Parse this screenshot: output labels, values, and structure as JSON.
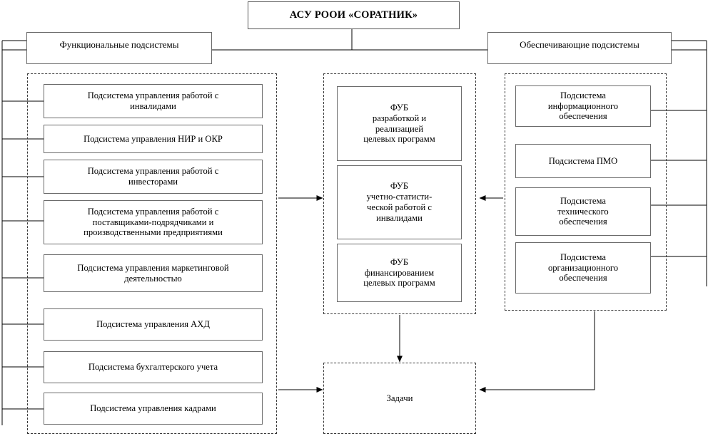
{
  "diagram": {
    "title_box": {
      "label": "АСУ РООИ «СОРАТНИК»"
    },
    "headers": {
      "left": {
        "label": "Функциональные подсистемы"
      },
      "right": {
        "label": "Обеспечивающие подсистемы"
      }
    },
    "functional_subsystems": [
      {
        "label": "Подсистема управления работой с\nинвалидами"
      },
      {
        "label": "Подсистема управления НИР и ОКР"
      },
      {
        "label": "Подсистема управления работой с\nинвесторами"
      },
      {
        "label": "Подсистема управления работой с\nпоставщиками-подрядчиками и\nпроизводственными предприятиями"
      },
      {
        "label": "Подсистема управления маркетинговой\nдеятельностью"
      },
      {
        "label": "Подсистема управления АХД"
      },
      {
        "label": "Подсистема бухгалтерского учета"
      },
      {
        "label": "Подсистема управления кадрами"
      }
    ],
    "fub_blocks": [
      {
        "label": "ФУБ\nразработкой и\nреализацией\nцелевых программ"
      },
      {
        "label": "ФУБ\nучетно-статисти-\nческой работой с\nинвалидами"
      },
      {
        "label": "ФУБ\nфинансированием\nцелевых программ"
      }
    ],
    "supporting_subsystems": [
      {
        "label": "Подсистема\nинформационного\nобеспечения"
      },
      {
        "label": "Подсистема ПМО"
      },
      {
        "label": "Подсистема\nтехнического\nобеспечения"
      },
      {
        "label": "Подсистема\nорганизационного\nобеспечения"
      }
    ],
    "tasks_box": {
      "label": "Задачи"
    },
    "colors": {
      "box_border": "#6b6b6b",
      "group_border": "#3a3a3a",
      "connector": "#000000",
      "background": "#ffffff",
      "text": "#000000"
    }
  }
}
